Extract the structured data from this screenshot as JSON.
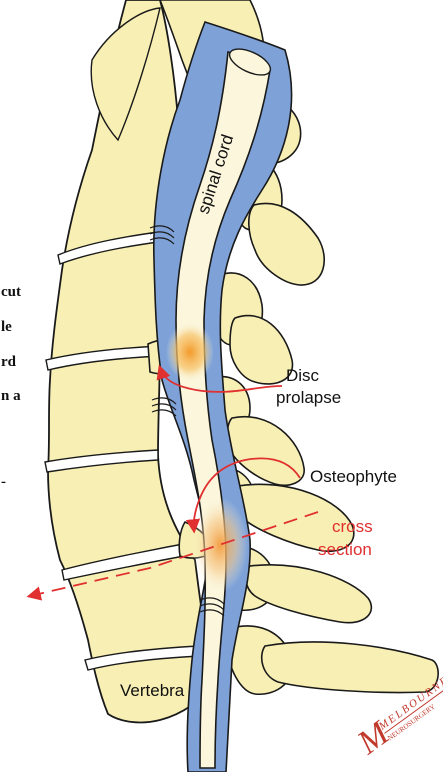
{
  "labels": {
    "spinal_cord": "spinal cord",
    "disc": "Disc",
    "prolapse": "prolapse",
    "osteophyte": "Osteophyte",
    "cross": "cross",
    "section": "section",
    "vertebra": "Vertebra"
  },
  "cut_off_text": {
    "line1": "cut",
    "line2": "le",
    "line3": "rd",
    "line4": "n a",
    "line5": "-"
  },
  "logo": {
    "line1": "MELBOURNE",
    "line2": "NEUROSURGERY"
  },
  "colors": {
    "bone_fill": "#f8efb4",
    "bone_stroke": "#1a1a1a",
    "dura_blue": "#7ea2d8",
    "cord_fill": "#fbf6dc",
    "compression_orange": "#f4a43a",
    "annotation_red": "#e03030",
    "logo_red": "#c0392b",
    "text_black": "#111111"
  }
}
